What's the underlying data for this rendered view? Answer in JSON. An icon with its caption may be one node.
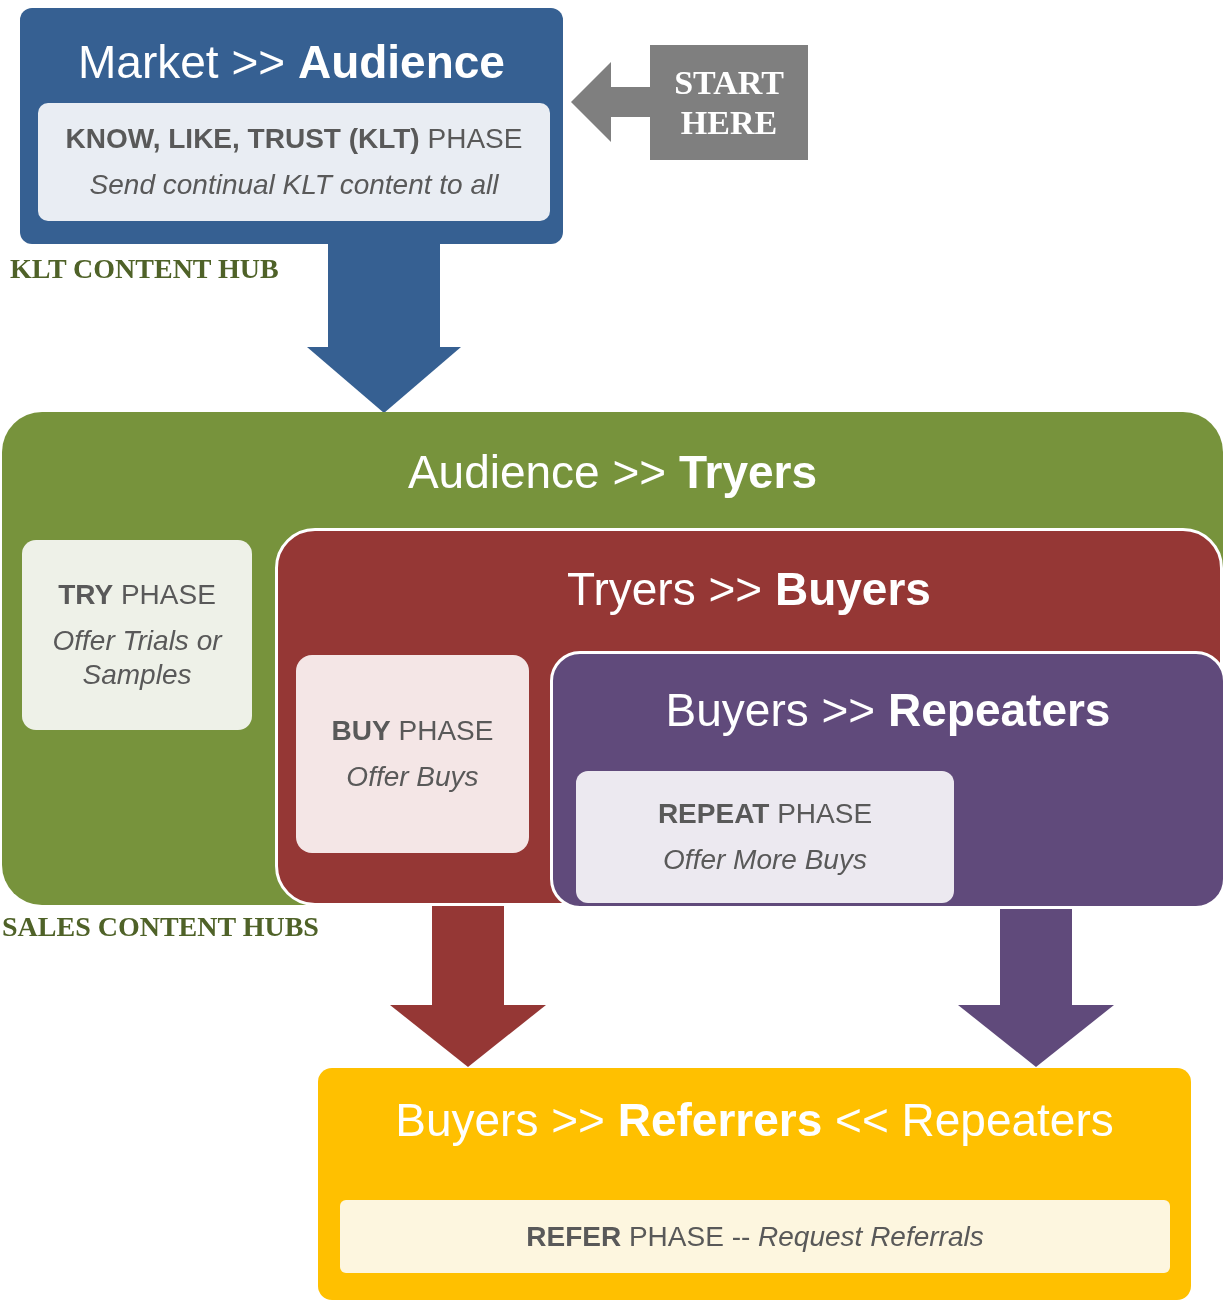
{
  "diagram": {
    "nodes": [
      {
        "text": [
          "Market >> **Audience**"
        ],
        "beside": [
          "KLT CONTENT HUB"
        ]
      },
      {
        "text": [
          "**KNOW, LIKE, TRUST (KLT)** PHASE",
          "Send continual KLT content to all"
        ],
        "in": 0
      },
      {
        "text": [
          "START HERE"
        ]
      },
      {
        "text": [
          "Audience >> **Tryers**"
        ],
        "beside": [
          "SALES CONTENT HUBS"
        ]
      },
      {
        "text": [
          "**TRY** PHASE",
          "Offer Trials or Samples"
        ],
        "in": 3
      },
      {
        "text": [
          "Tryers >> **Buyers**"
        ],
        "in": 3
      },
      {
        "text": [
          "**BUY** PHASE",
          "Offer Buys"
        ],
        "in": 5
      },
      {
        "text": [
          "Buyers >> **Repeaters**"
        ],
        "in": 5
      },
      {
        "text": [
          "**REPEAT** PHASE",
          "Offer More Buys"
        ],
        "in": 7
      },
      {
        "text": [
          "Buyers >> **Referrers** << Repeaters"
        ]
      },
      {
        "text": [
          "**REFER** PHASE -- *Request Referrals*"
        ],
        "in": 9
      }
    ],
    "edges": [
      {
        "from": 2,
        "to": 0,
        "arrow": "to",
        "color": "#7f7f7f"
      },
      {
        "from": 0,
        "to": 3,
        "arrow": "to",
        "color": "#366092"
      },
      {
        "from": 5,
        "to": 9,
        "arrow": "to",
        "color": "#953735"
      },
      {
        "from": 7,
        "to": 9,
        "arrow": "to",
        "color": "#604a7b"
      }
    ]
  }
}
